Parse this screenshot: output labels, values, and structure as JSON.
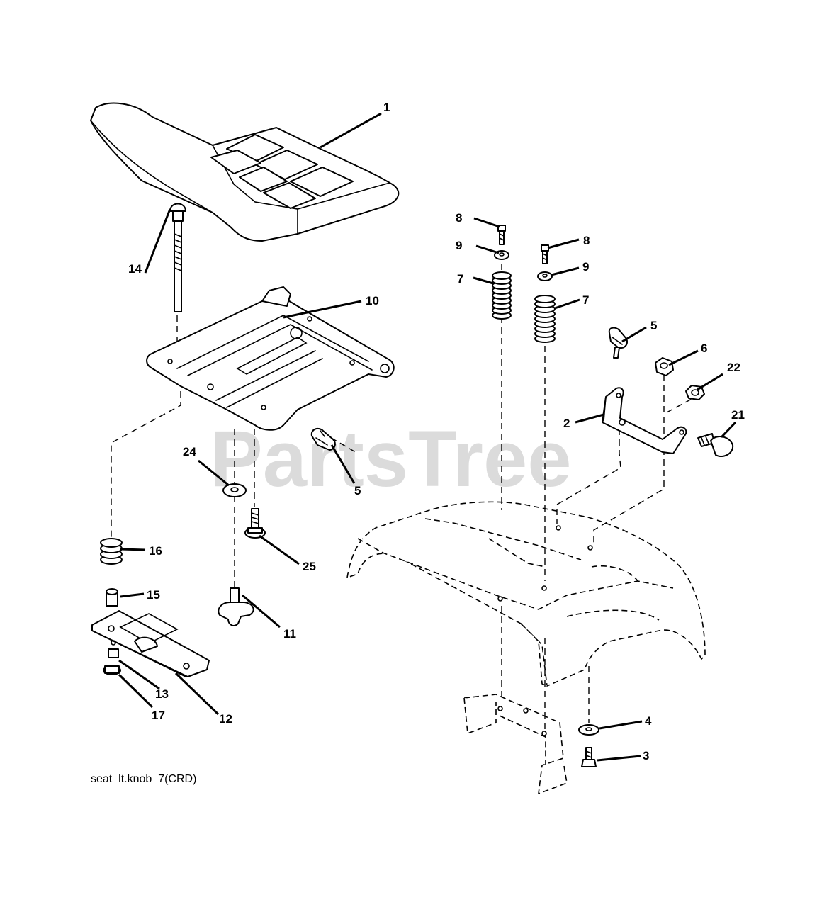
{
  "watermark": "PartsTree",
  "caption": "seat_lt.knob_7(CRD)",
  "callouts": {
    "seat": "1",
    "bracket": "2",
    "bolt_bottom": "3",
    "washer_bottom": "4",
    "clip_left": "5",
    "clip_right": "5",
    "nut_6": "6",
    "spring_left": "7",
    "spring_right": "7",
    "screw_left": "8",
    "screw_right": "8",
    "washer_left": "9",
    "washer_right": "9",
    "seat_pan": "10",
    "knob": "11",
    "slide_plate": "12",
    "nut_13": "13",
    "carriage_bolt": "14",
    "spacer": "15",
    "spring_small": "16",
    "nut_17": "17",
    "shoulder_bolt": "21",
    "nut_22": "22",
    "washer_24": "24",
    "bolt_25": "25"
  }
}
